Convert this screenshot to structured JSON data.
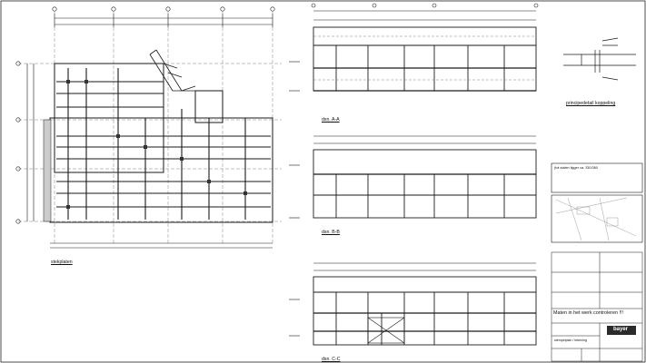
{
  "labels": {
    "plan": "stekplaten",
    "section_a": "dsn. A-A",
    "section_b": "dsn. B-B",
    "section_c": "dsn. C-C",
    "detail": "principedetail koppeling",
    "note_box_title": "(tot stalen ligger ca. 330/360",
    "note_bottom": "Maten in het werk controleren !!!",
    "title_block_heading": "stempelplan / tekening",
    "logo": "bayer"
  },
  "colors": {
    "line": "#1a1a1a",
    "light_line": "#555555",
    "background": "#ffffff"
  }
}
